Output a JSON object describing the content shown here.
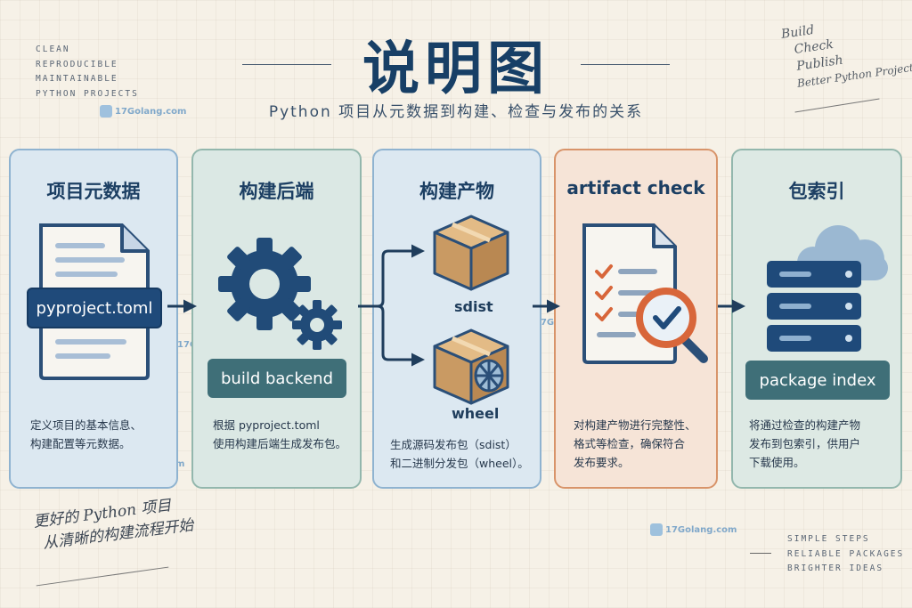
{
  "header": {
    "title": "说明图",
    "subtitle": "Python 项目从元数据到构建、检查与发布的关系"
  },
  "corner_top_left": [
    "CLEAN",
    "REPRODUCIBLE",
    "MAINTAINABLE",
    "PYTHON PROJECTS"
  ],
  "corner_top_right": [
    "Build",
    "Check",
    "Publish",
    "Better Python Projects"
  ],
  "watermark": "17Golang.com",
  "panels": [
    {
      "title": "项目元数据",
      "label": "pyproject.toml",
      "desc": [
        "定义项目的基本信息、",
        "构建配置等元数据。"
      ],
      "icon": "document-icon"
    },
    {
      "title": "构建后端",
      "label": "build backend",
      "desc": [
        "根据 pyproject.toml",
        "使用构建后端生成发布包。"
      ],
      "icon": "gears-icon"
    },
    {
      "title": "构建产物",
      "artifacts": [
        "sdist",
        "wheel"
      ],
      "desc": [
        "生成源码发布包（sdist）",
        "和二进制分发包（wheel）。"
      ],
      "icon": "package-box-icon"
    },
    {
      "title": "artifact check",
      "desc": [
        "对构建产物进行完整性、",
        "格式等检查，确保符合",
        "发布要求。"
      ],
      "icon": "checklist-magnifier-icon"
    },
    {
      "title": "包索引",
      "label": "package index",
      "desc": [
        "将通过检查的构建产物",
        "发布到包索引，供用户",
        "下载使用。"
      ],
      "icon": "server-cloud-icon"
    }
  ],
  "bottom_left": [
    "更好的 Python 项目",
    "从清晰的构建流程开始"
  ],
  "bottom_right": [
    "SIMPLE STEPS",
    "RELIABLE PACKAGES",
    "BRIGHTER IDEAS"
  ],
  "colors": {
    "background": "#f6f1e7",
    "navy": "#1f4a7a",
    "teal": "#3f6f78",
    "check_orange": "#d8663a",
    "box_tan": "#c99a63"
  }
}
